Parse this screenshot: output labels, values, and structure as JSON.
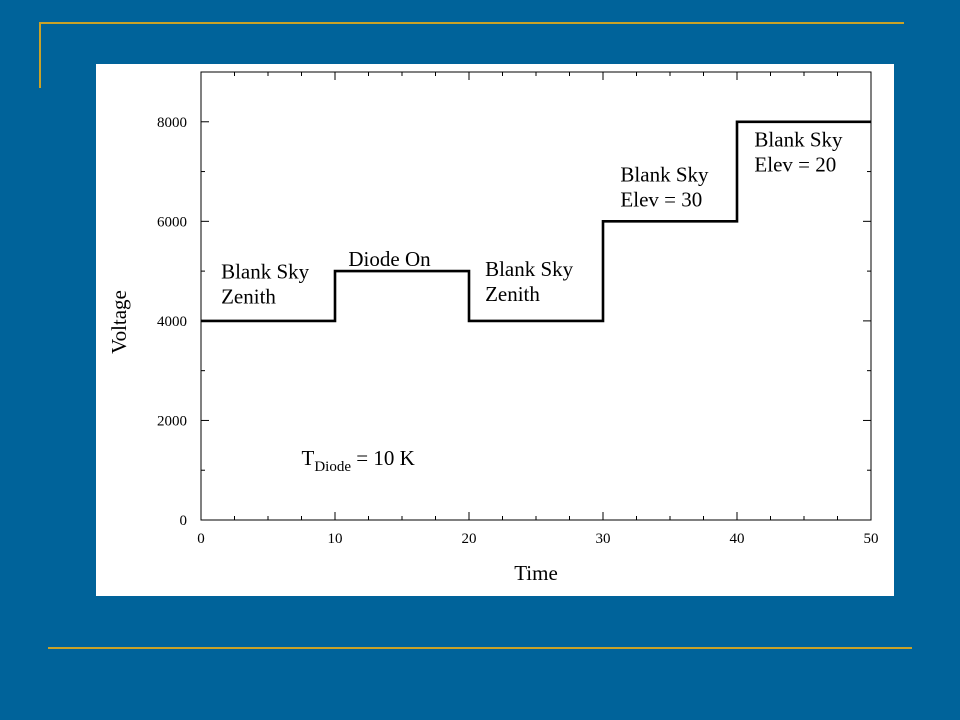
{
  "slide": {
    "background": "#00639a",
    "accent_rule_color": "#c9a227"
  },
  "chart_data": {
    "type": "line",
    "subtype": "step",
    "title": "",
    "xlabel": "Time",
    "ylabel": "Voltage",
    "xlim": [
      0,
      50
    ],
    "ylim": [
      0,
      9000
    ],
    "x_ticks": [
      0,
      10,
      20,
      30,
      40,
      50
    ],
    "y_ticks": [
      0,
      2000,
      4000,
      6000,
      8000
    ],
    "grid": false,
    "line_color": "#000000",
    "series": [
      {
        "x": [
          0,
          10,
          10,
          20,
          20,
          30,
          30,
          40,
          40,
          50
        ],
        "y": [
          4000,
          4000,
          5000,
          5000,
          4000,
          4000,
          6000,
          6000,
          8000,
          8000
        ]
      }
    ],
    "annotations": [
      {
        "lines": [
          "Blank Sky",
          "Zenith"
        ],
        "x": 1.5,
        "y": 4350
      },
      {
        "lines": [
          "Diode On"
        ],
        "x": 11,
        "y": 5100
      },
      {
        "lines": [
          "Blank Sky",
          "Zenith"
        ],
        "x": 21.2,
        "y": 4400
      },
      {
        "lines": [
          "Blank Sky",
          "Elev = 30"
        ],
        "x": 31.3,
        "y": 6300
      },
      {
        "lines": [
          "Blank Sky",
          "Elev = 20"
        ],
        "x": 41.3,
        "y": 7000
      }
    ],
    "temperature_note": {
      "prefix": "T",
      "subscript": "Diode",
      "suffix": " = 10 K",
      "x": 7.5,
      "y": 1100
    }
  }
}
